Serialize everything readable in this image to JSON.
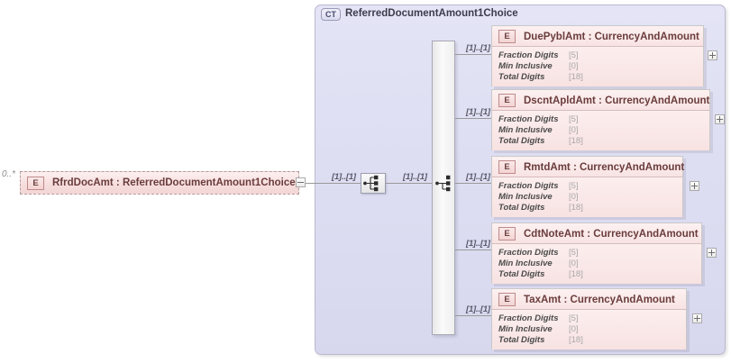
{
  "diagram": {
    "type": "xsd-schema-diagram",
    "root_element": {
      "badge": "E",
      "label": "RfrdDocAmt : ReferredDocumentAmount1Choice",
      "occurrence": "0..*",
      "toggle": "collapse"
    },
    "complex_type": {
      "badge": "CT",
      "title": "ReferredDocumentAmount1Choice"
    },
    "compositors": [
      {
        "kind": "sequence-icon",
        "cardinality_in": "[1]..[1]"
      },
      {
        "kind": "choice-icon",
        "cardinality_in": "[1]..[1]"
      }
    ],
    "facet_labels": {
      "fraction_digits": "Fraction Digits",
      "min_inclusive": "Min Inclusive",
      "total_digits": "Total Digits"
    },
    "children": [
      {
        "badge": "E",
        "name": "DuePyblAmt",
        "separator": " : ",
        "type": "CurrencyAndAmount",
        "title": "DuePyblAmt : CurrencyAndAmount",
        "cardinality": "[1]..[1]",
        "facets": [
          {
            "label": "Fraction Digits",
            "value": "[5]"
          },
          {
            "label": "Min Inclusive",
            "value": "[0]"
          },
          {
            "label": "Total Digits",
            "value": "[18]"
          }
        ],
        "expand": "+"
      },
      {
        "badge": "E",
        "name": "DscntApldAmt",
        "separator": " : ",
        "type": "CurrencyAndAmount",
        "title": "DscntApldAmt : CurrencyAndAmount",
        "cardinality": "[1]..[1]",
        "facets": [
          {
            "label": "Fraction Digits",
            "value": "[5]"
          },
          {
            "label": "Min Inclusive",
            "value": "[0]"
          },
          {
            "label": "Total Digits",
            "value": "[18]"
          }
        ],
        "expand": "+"
      },
      {
        "badge": "E",
        "name": "RmtdAmt",
        "separator": " : ",
        "type": "CurrencyAndAmount",
        "title": "RmtdAmt : CurrencyAndAmount",
        "cardinality": "[1]..[1]",
        "facets": [
          {
            "label": "Fraction Digits",
            "value": "[5]"
          },
          {
            "label": "Min Inclusive",
            "value": "[0]"
          },
          {
            "label": "Total Digits",
            "value": "[18]"
          }
        ],
        "expand": "+"
      },
      {
        "badge": "E",
        "name": "CdtNoteAmt",
        "separator": " : ",
        "type": "CurrencyAndAmount",
        "title": "CdtNoteAmt : CurrencyAndAmount",
        "cardinality": "[1]..[1]",
        "facets": [
          {
            "label": "Fraction Digits",
            "value": "[5]"
          },
          {
            "label": "Min Inclusive",
            "value": "[0]"
          },
          {
            "label": "Total Digits",
            "value": "[18]"
          }
        ],
        "expand": "+"
      },
      {
        "badge": "E",
        "name": "TaxAmt",
        "separator": "  : ",
        "type": "CurrencyAndAmount",
        "title": "TaxAmt  : CurrencyAndAmount",
        "cardinality": "[1]..[1]",
        "facets": [
          {
            "label": "Fraction Digits",
            "value": "[5]"
          },
          {
            "label": "Min Inclusive",
            "value": "[0]"
          },
          {
            "label": "Total Digits",
            "value": "[18]"
          }
        ],
        "expand": "+"
      }
    ],
    "colors": {
      "container_fill": "#dedef3",
      "container_border": "#b9b9cf",
      "element_fill": "#f8e3e3",
      "element_border": "#c9c9c9",
      "line": "#9a9a9a",
      "facet_value": "#a8a8a8"
    }
  }
}
